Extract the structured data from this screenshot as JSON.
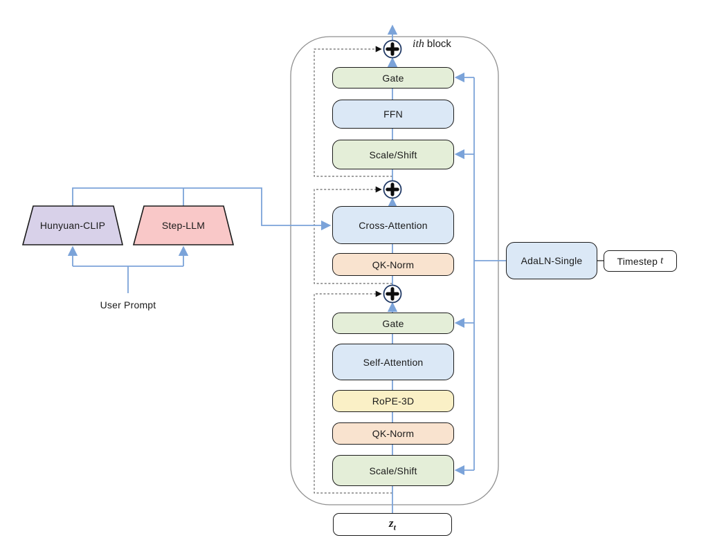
{
  "block_title": {
    "var": "i",
    "sup": "th",
    "rest": "block"
  },
  "modules": {
    "gate_top": "Gate",
    "ffn": "FFN",
    "scale_shift_top": "Scale/Shift",
    "cross_attention": "Cross-Attention",
    "qk_norm_cross": "QK-Norm",
    "gate_self": "Gate",
    "self_attention": "Self-Attention",
    "rope_3d": "RoPE-3D",
    "qk_norm_self": "QK-Norm",
    "scale_shift_self": "Scale/Shift"
  },
  "encoders": {
    "hunyuan_clip": "Hunyuan-CLIP",
    "step_llm": "Step-LLM"
  },
  "user_prompt": "User Prompt",
  "conditioning": {
    "adaln": "AdaLN-Single",
    "timestep_text": "Timestep",
    "timestep_var": "t"
  },
  "latent": {
    "base": "z",
    "sub": "t"
  },
  "icons": {
    "add": "circled-plus"
  },
  "colors": {
    "attention_fill": "#DBE8F6",
    "gate_scale_fill": "#E4EED8",
    "qk_norm_fill": "#F9E3CF",
    "rope_fill": "#FAF0C6",
    "hunyuan_clip_fill": "#D8D1E9",
    "step_llm_fill": "#F9C8C8",
    "adaln_fill": "#DBE8F6",
    "flow_line": "#7BA3D9",
    "box_outline": "#1a1a1a",
    "container_outline": "#8f8f8f",
    "residual_dash": "#666666",
    "add_icon_ring": "#1f3864"
  }
}
